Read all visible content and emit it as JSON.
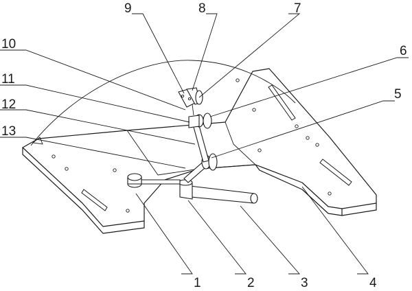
{
  "figure": {
    "labels": [
      {
        "id": "1",
        "text": "1"
      },
      {
        "id": "2",
        "text": "2"
      },
      {
        "id": "3",
        "text": "3"
      },
      {
        "id": "4",
        "text": "4"
      },
      {
        "id": "5",
        "text": "5"
      },
      {
        "id": "6",
        "text": "6"
      },
      {
        "id": "7",
        "text": "7"
      },
      {
        "id": "8",
        "text": "8"
      },
      {
        "id": "9",
        "text": "9"
      },
      {
        "id": "10",
        "text": "10"
      },
      {
        "id": "11",
        "text": "11"
      },
      {
        "id": "12",
        "text": "12"
      },
      {
        "id": "13",
        "text": "13"
      }
    ]
  }
}
